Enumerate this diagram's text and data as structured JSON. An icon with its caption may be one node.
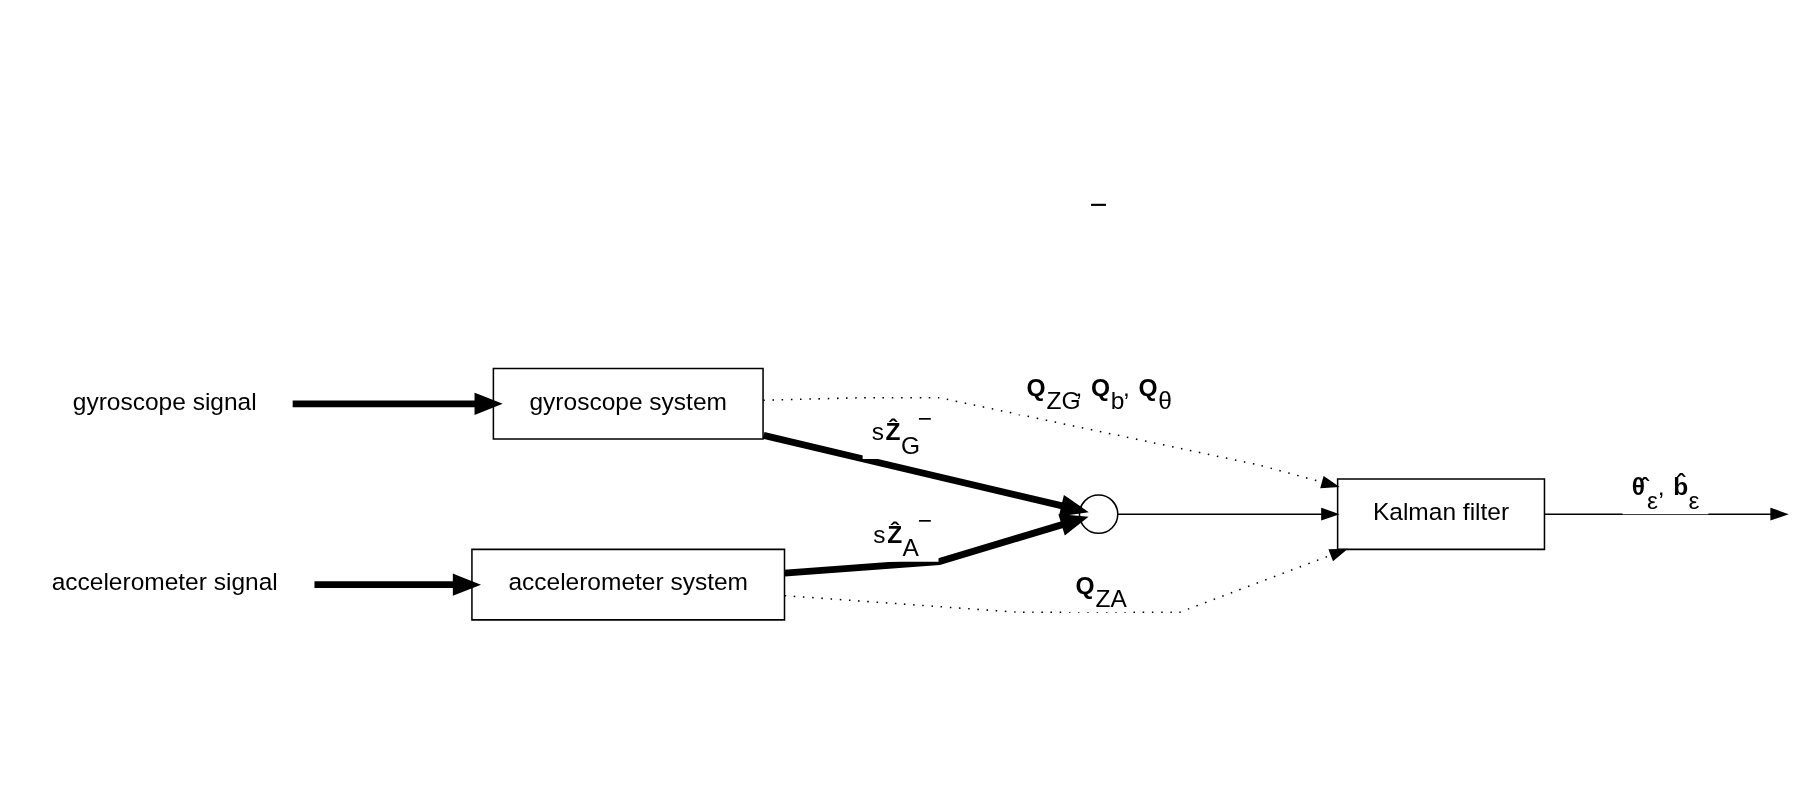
{
  "diagram": {
    "nodes": [
      {
        "text": [
          "gyroscope signal"
        ]
      },
      {
        "text": [
          "gyroscope system"
        ]
      },
      {
        "text": [
          "accelerometer signal"
        ]
      },
      {
        "text": [
          "accelerometer system"
        ]
      },
      {
        "text": [],
        "shape": "circle"
      },
      {
        "text": [
          "Kalman filter"
        ]
      }
    ],
    "edges": [
      {
        "from": 0,
        "to": 1,
        "arrow": "to",
        "style": "thick"
      },
      {
        "from": 2,
        "to": 3,
        "arrow": "to",
        "style": "thick"
      },
      {
        "from": 1,
        "to": 4,
        "arrow": "to",
        "style": "thick",
        "label": "s**Ẑ**$_{G}$$^{−}$"
      },
      {
        "from": 3,
        "to": 4,
        "arrow": "to",
        "style": "thick",
        "label": "s**Ẑ**$_{A}$$^{−}$"
      },
      {
        "from": 4,
        "to": 5,
        "arrow": "to"
      },
      {
        "from": 1,
        "to": 5,
        "arrow": "to",
        "style": "dashed",
        "label": "**Q**$_{ZG}$, **Q**$_{b}$, **Q**$_{θ}$"
      },
      {
        "from": 3,
        "to": 5,
        "arrow": "to",
        "style": "dashed",
        "label": "**Q**$_{ZA}$"
      },
      {
        "from": 5,
        "to": null,
        "arrow": "to",
        "label": "**θ̂**$_{ε}$, **b̂**$_{ε}$"
      }
    ],
    "labels": [
      "−"
    ]
  }
}
